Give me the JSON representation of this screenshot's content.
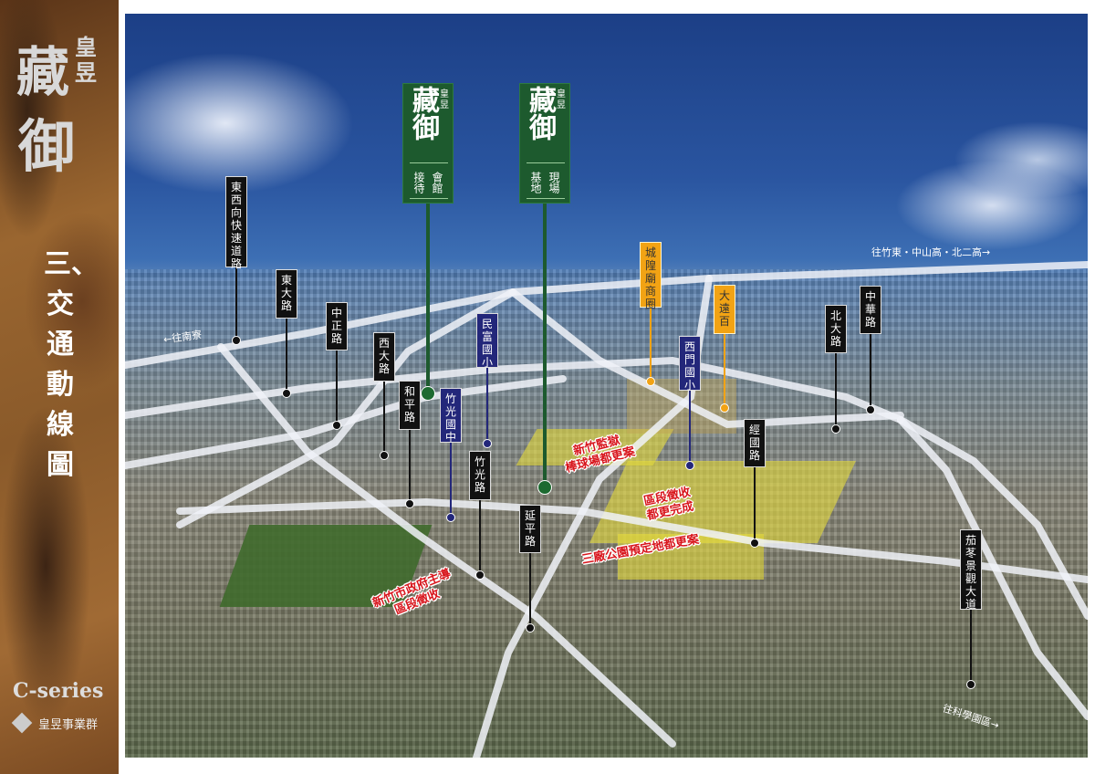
{
  "sidebar": {
    "brand_main_1": "藏",
    "brand_main_2": "御",
    "brand_small": "皇昱",
    "section_title": "三、交通動線圖",
    "series": "C-series",
    "group_name": "皇昱事業群"
  },
  "projects": [
    {
      "brand_main": "藏御",
      "brand_small": "皇昱",
      "subtitle": "接待會館"
    },
    {
      "brand_main": "藏御",
      "brand_small": "皇昱",
      "subtitle": "基地現場"
    }
  ],
  "roads": [
    "東西向快速道路",
    "東大路",
    "中正路",
    "西大路",
    "和平路",
    "竹光路",
    "延平路",
    "經國路",
    "北大路",
    "中華路",
    "茄苳景觀大道"
  ],
  "schools": [
    "民富國小",
    "竹光國中",
    "西門國小"
  ],
  "commerce": [
    "城隍廟商圈",
    "大遠百"
  ],
  "annotations": [
    "新竹監獄\n棒球場都更案",
    "區段徵收\n都更完成",
    "三廠公園預定地都更案",
    "新竹市政府主導\n區段徵收"
  ],
  "directions": [
    "←往南寮",
    "往竹東・中山高・北二高→",
    "往科學園區→"
  ],
  "colors": {
    "road_marker": "#111111",
    "school_marker": "#23277a",
    "commerce_marker": "#f2a314",
    "project_marker": "#1d5a2e",
    "annotation": "#d8151c"
  }
}
